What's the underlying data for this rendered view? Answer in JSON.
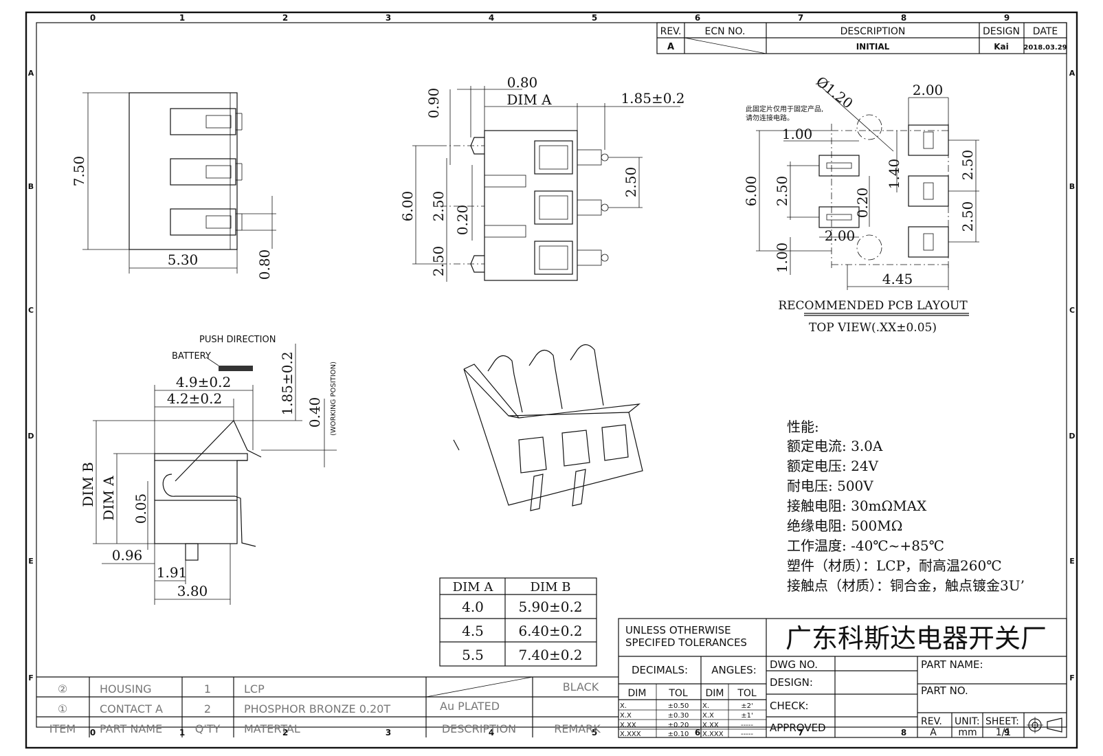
{
  "grid": {
    "cols": [
      "0",
      "1",
      "2",
      "3",
      "4",
      "5",
      "6",
      "7",
      "8",
      "9"
    ],
    "rows": [
      "A",
      "B",
      "C",
      "D",
      "E",
      "F"
    ]
  },
  "revision_table": {
    "headers": [
      "REV.",
      "ECN NO.",
      "DESCRIPTION",
      "DESIGN",
      "DATE"
    ],
    "row": {
      "rev": "A",
      "ecn": "",
      "description": "INITIAL",
      "design": "Kai",
      "date": "2018.03.29"
    }
  },
  "side_view": {
    "height": "7.50",
    "width": "5.30",
    "pitch": "0.80"
  },
  "front_view": {
    "d_080": "0.80",
    "dim_a": "DIM A",
    "d_185": "1.85±0.2",
    "d_090": "0.90",
    "d_600": "6.00",
    "d_250a": "2.50",
    "d_020": "0.20",
    "d_250b": "2.50",
    "d_250r": "2.50"
  },
  "pcb_layout": {
    "note_line1": "此固定片仅用于固定产品,",
    "note_line2": "请勿连接电路。",
    "d_phi": "Ø1.20",
    "d_200_top": "2.00",
    "d_100_top": "1.00",
    "d_140": "1.40",
    "d_250_r1": "2.50",
    "d_250_r2": "2.50",
    "d_600": "6.00",
    "d_250_l": "2.50",
    "d_020": "0.20",
    "d_200_bot": "2.00",
    "d_100_bot": "1.00",
    "d_445": "4.45",
    "title": "RECOMMENDED PCB LAYOUT",
    "subtitle": "TOP VIEW(.XX±0.05)"
  },
  "section_view": {
    "push_direction": "PUSH DIRECTION",
    "battery": "BATTERY",
    "d_49": "4.9±0.2",
    "d_42": "4.2±0.2",
    "d_185": "1.85±0.2",
    "d_040": "0.40",
    "working_position": "(WORKING POSITION)",
    "dim_b": "DIM B",
    "dim_a": "DIM A",
    "d_005": "0.05",
    "d_096": "0.96",
    "d_191": "1.91",
    "d_380": "3.80"
  },
  "dim_table": {
    "headers": [
      "DIM A",
      "DIM B"
    ],
    "rows": [
      [
        "4.0",
        "5.90±0.2"
      ],
      [
        "4.5",
        "6.40±0.2"
      ],
      [
        "5.5",
        "7.40±0.2"
      ]
    ]
  },
  "specs": {
    "title": "性能:",
    "lines": [
      "额定电流: 3.0A",
      "额定电压: 24V",
      "耐电压: 500V",
      "接触电阻: 30mΩMAX",
      "绝缘电阻: 500MΩ",
      "工作温度: -40℃~+85℃",
      "塑件（材质）：LCP，耐高温260℃",
      "接触点（材质）：铜合金，触点镀金3U’"
    ]
  },
  "bom": {
    "rows": [
      {
        "item": "②",
        "part_name": "HOUSING",
        "qty": "1",
        "material": "LCP",
        "description": "",
        "remark": "BLACK"
      },
      {
        "item": "①",
        "part_name": "CONTACT A",
        "qty": "2",
        "material": "PHOSPHOR BRONZE 0.20T",
        "description": "Au PLATED",
        "remark": ""
      }
    ],
    "header": {
      "item": "ITEM",
      "part_name": "PART NAME",
      "qty": "Q'TY",
      "material": "MATERTAL",
      "description": "DESCRIPTION",
      "remark": "REMARK"
    }
  },
  "title_block": {
    "tolerance_line1": "UNLESS OTHERWISE",
    "tolerance_line2": "SPECIFED TOLERANCES",
    "company": "广东科斯达电器开关厂",
    "decimals": "DECIMALS:",
    "angles": "ANGLES:",
    "dim": "DIM",
    "tol": "TOL",
    "dec_rows": [
      [
        "X.",
        "±0.50"
      ],
      [
        "X.X",
        "±0.30"
      ],
      [
        "X.XX",
        "±0.20"
      ],
      [
        "X.XXX",
        "±0.10"
      ]
    ],
    "ang_rows": [
      [
        "X.",
        "±2'"
      ],
      [
        "X.X",
        "±1'"
      ],
      [
        "X.XX",
        "-----"
      ],
      [
        "X.XXX",
        "-----"
      ]
    ],
    "dwg_no": "DWG NO.",
    "design": "DESIGN:",
    "check": "CHECK:",
    "approved": "APPROVED",
    "part_name": "PART NAME:",
    "part_no": "PART NO.",
    "rev_label": "REV.",
    "rev_value": "A",
    "unit_label": "UNIT:",
    "unit_value": "mm",
    "sheet_label": "SHEET:",
    "sheet_value": "1/1"
  }
}
